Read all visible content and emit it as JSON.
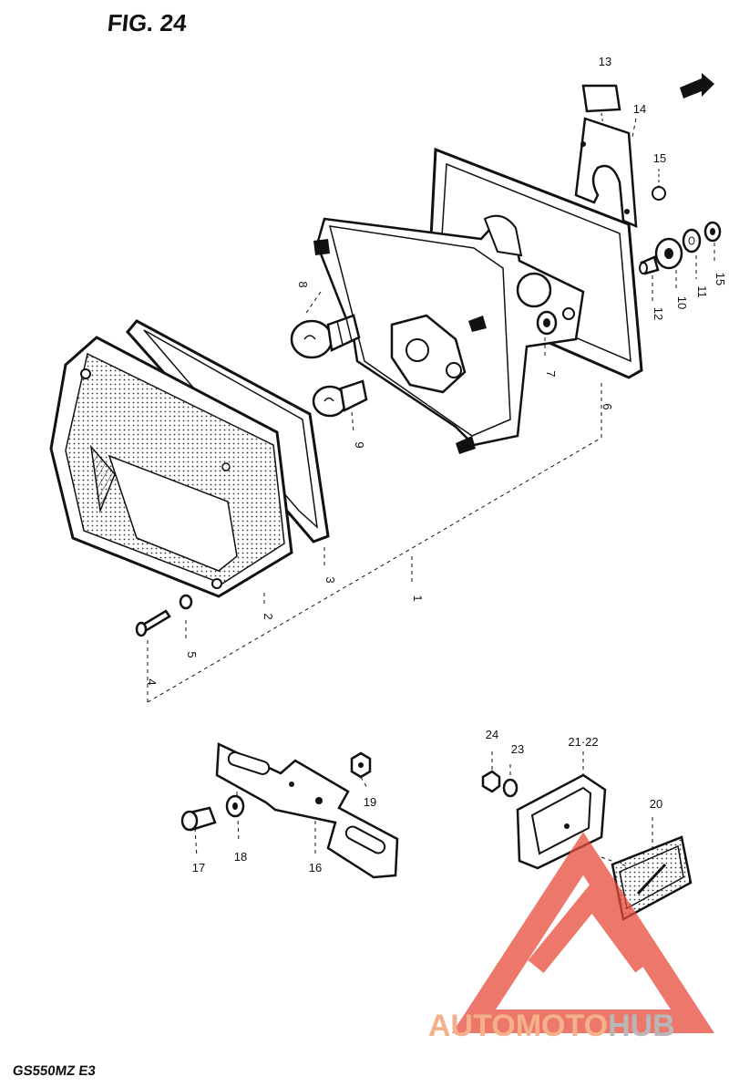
{
  "figure": {
    "title": "FIG. 24",
    "model": "GS550MZ E3"
  },
  "callouts": [
    {
      "id": "13",
      "label": "13"
    },
    {
      "id": "14",
      "label": "14"
    },
    {
      "id": "15a",
      "label": "15"
    },
    {
      "id": "15b",
      "label": "15"
    },
    {
      "id": "11",
      "label": "11"
    },
    {
      "id": "10",
      "label": "10"
    },
    {
      "id": "12",
      "label": "12"
    },
    {
      "id": "8",
      "label": "8"
    },
    {
      "id": "7",
      "label": "7"
    },
    {
      "id": "6",
      "label": "6"
    },
    {
      "id": "9",
      "label": "9"
    },
    {
      "id": "3",
      "label": "3"
    },
    {
      "id": "2",
      "label": "2"
    },
    {
      "id": "1",
      "label": "1"
    },
    {
      "id": "5",
      "label": "5"
    },
    {
      "id": "4",
      "label": "4"
    },
    {
      "id": "24",
      "label": "24"
    },
    {
      "id": "23",
      "label": "23"
    },
    {
      "id": "21-22",
      "label": "21·22"
    },
    {
      "id": "20",
      "label": "20"
    },
    {
      "id": "19",
      "label": "19"
    },
    {
      "id": "16",
      "label": "16"
    },
    {
      "id": "17",
      "label": "17"
    },
    {
      "id": "18",
      "label": "18"
    }
  ],
  "watermark": {
    "part_a": "AUTOMOTO",
    "part_b": "HUB",
    "color_a": "#f4b08a",
    "color_b": "#b8b8b8",
    "logo_color": "#e84a3a"
  },
  "colors": {
    "ink": "#111111",
    "background": "#ffffff"
  }
}
